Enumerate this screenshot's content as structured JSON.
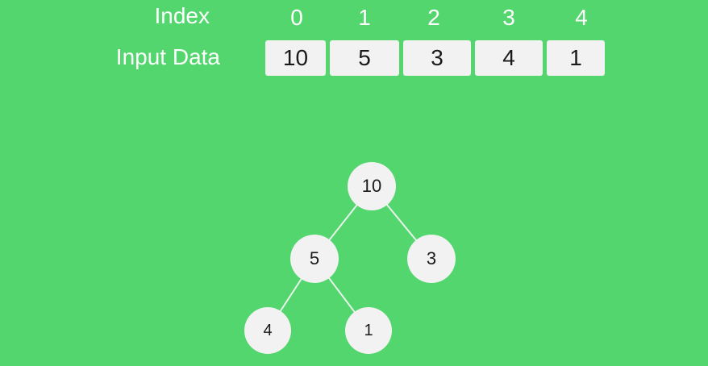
{
  "labels": {
    "index": "Index",
    "input_data": "Input Data"
  },
  "indices": [
    "0",
    "1",
    "2",
    "3",
    "4"
  ],
  "input_data": [
    "10",
    "5",
    "3",
    "4",
    "1"
  ],
  "tree": {
    "nodes": {
      "root": "10",
      "left": "5",
      "right": "3",
      "left_left": "4",
      "left_right": "1"
    }
  },
  "colors": {
    "background": "#52d66d",
    "cell": "#f2f2f2",
    "text_light": "#ffffff",
    "text_dark": "#1a1a1a"
  }
}
